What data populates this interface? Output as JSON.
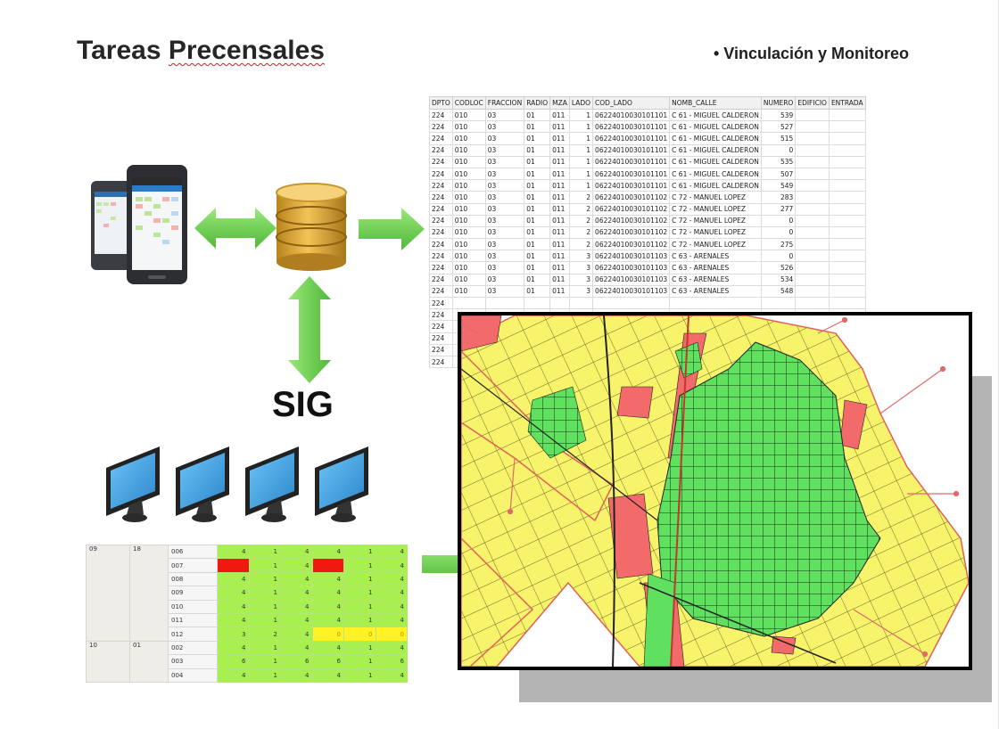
{
  "slide": {
    "title_part1": "Tareas ",
    "title_part2": "Precensales",
    "subtitle": "• Vinculación y Monitoreo",
    "sig_label": "SIG"
  },
  "colors": {
    "arrow_green": "#6fcf4a",
    "map_green": "#5fe05f",
    "map_yellow": "#f7f36a",
    "map_red": "#f26a6a",
    "db_gold": "#d9a532",
    "monitor_blue": "#4aa8e6"
  },
  "icons": [
    "mobile-devices-icon",
    "database-icon",
    "monitor-icon",
    "double-arrow-icon",
    "right-arrow-icon"
  ],
  "table": {
    "headers": [
      "DPTO",
      "CODLOC",
      "FRACCION",
      "RADIO",
      "MZA",
      "LADO",
      "COD_LADO",
      "NOMB_CALLE",
      "NUMERO",
      "EDIFICIO",
      "ENTRADA"
    ],
    "rows": [
      [
        "224",
        "010",
        "03",
        "01",
        "011",
        "1",
        "06224010030101101",
        "C 61 - MIGUEL CALDERON",
        "539",
        "",
        ""
      ],
      [
        "224",
        "010",
        "03",
        "01",
        "011",
        "1",
        "06224010030101101",
        "C 61 - MIGUEL CALDERON",
        "527",
        "",
        ""
      ],
      [
        "224",
        "010",
        "03",
        "01",
        "011",
        "1",
        "06224010030101101",
        "C 61 - MIGUEL CALDERON",
        "515",
        "",
        ""
      ],
      [
        "224",
        "010",
        "03",
        "01",
        "011",
        "1",
        "06224010030101101",
        "C 61 - MIGUEL CALDERON",
        "0",
        "",
        ""
      ],
      [
        "224",
        "010",
        "03",
        "01",
        "011",
        "1",
        "06224010030101101",
        "C 61 - MIGUEL CALDERON",
        "535",
        "",
        ""
      ],
      [
        "224",
        "010",
        "03",
        "01",
        "011",
        "1",
        "06224010030101101",
        "C 61 - MIGUEL CALDERON",
        "507",
        "",
        ""
      ],
      [
        "224",
        "010",
        "03",
        "01",
        "011",
        "1",
        "06224010030101101",
        "C 61 - MIGUEL CALDERON",
        "549",
        "",
        ""
      ],
      [
        "224",
        "010",
        "03",
        "01",
        "011",
        "2",
        "06224010030101102",
        "C 72 - MANUEL LOPEZ",
        "283",
        "",
        ""
      ],
      [
        "224",
        "010",
        "03",
        "01",
        "011",
        "2",
        "06224010030101102",
        "C 72 - MANUEL LOPEZ",
        "277",
        "",
        ""
      ],
      [
        "224",
        "010",
        "03",
        "01",
        "011",
        "2",
        "06224010030101102",
        "C 72 - MANUEL LOPEZ",
        "0",
        "",
        ""
      ],
      [
        "224",
        "010",
        "03",
        "01",
        "011",
        "2",
        "06224010030101102",
        "C 72 - MANUEL LOPEZ",
        "0",
        "",
        ""
      ],
      [
        "224",
        "010",
        "03",
        "01",
        "011",
        "2",
        "06224010030101102",
        "C 72 - MANUEL LOPEZ",
        "275",
        "",
        ""
      ],
      [
        "224",
        "010",
        "03",
        "01",
        "011",
        "3",
        "06224010030101103",
        "C 63 - ARENALES",
        "0",
        "",
        ""
      ],
      [
        "224",
        "010",
        "03",
        "01",
        "011",
        "3",
        "06224010030101103",
        "C 63 - ARENALES",
        "526",
        "",
        ""
      ],
      [
        "224",
        "010",
        "03",
        "01",
        "011",
        "3",
        "06224010030101103",
        "C 63 - ARENALES",
        "534",
        "",
        ""
      ],
      [
        "224",
        "010",
        "03",
        "01",
        "011",
        "3",
        "06224010030101103",
        "C 63 - ARENALES",
        "548",
        "",
        ""
      ],
      [
        "224",
        "",
        "",
        "",
        "",
        "",
        "",
        "",
        "",
        "",
        ""
      ],
      [
        "224",
        "",
        "",
        "",
        "",
        "",
        "",
        "",
        "",
        "",
        ""
      ],
      [
        "224",
        "",
        "",
        "",
        "",
        "",
        "",
        "",
        "",
        "",
        ""
      ],
      [
        "224",
        "",
        "",
        "",
        "",
        "",
        "",
        "",
        "",
        "",
        ""
      ],
      [
        "224",
        "",
        "",
        "",
        "",
        "",
        "",
        "",
        "",
        "",
        ""
      ],
      [
        "224",
        "",
        "",
        "",
        "",
        "",
        "",
        "",
        "",
        "",
        ""
      ]
    ]
  },
  "status_grid": {
    "groups": [
      {
        "frac": "09",
        "radio": "18",
        "rows": [
          {
            "code": "006",
            "cells": [
              [
                "g",
                "4"
              ],
              [
                "g",
                "1"
              ],
              [
                "g",
                "4"
              ],
              [
                "g",
                "4"
              ],
              [
                "g",
                "1"
              ],
              [
                "g",
                "4"
              ]
            ]
          },
          {
            "code": "007",
            "cells": [
              [
                "r",
                ""
              ],
              [
                "g",
                "1"
              ],
              [
                "g",
                "4"
              ],
              [
                "r",
                ""
              ],
              [
                "g",
                "1"
              ],
              [
                "g",
                "4"
              ]
            ]
          },
          {
            "code": "008",
            "cells": [
              [
                "g",
                "4"
              ],
              [
                "g",
                "1"
              ],
              [
                "g",
                "4"
              ],
              [
                "g",
                "4"
              ],
              [
                "g",
                "1"
              ],
              [
                "g",
                "4"
              ]
            ]
          },
          {
            "code": "009",
            "cells": [
              [
                "g",
                "4"
              ],
              [
                "g",
                "1"
              ],
              [
                "g",
                "4"
              ],
              [
                "g",
                "4"
              ],
              [
                "g",
                "1"
              ],
              [
                "g",
                "4"
              ]
            ]
          },
          {
            "code": "010",
            "cells": [
              [
                "g",
                "4"
              ],
              [
                "g",
                "1"
              ],
              [
                "g",
                "4"
              ],
              [
                "g",
                "4"
              ],
              [
                "g",
                "1"
              ],
              [
                "g",
                "4"
              ]
            ]
          },
          {
            "code": "011",
            "cells": [
              [
                "g",
                "4"
              ],
              [
                "g",
                "1"
              ],
              [
                "g",
                "4"
              ],
              [
                "g",
                "4"
              ],
              [
                "g",
                "1"
              ],
              [
                "g",
                "4"
              ]
            ]
          },
          {
            "code": "012",
            "cells": [
              [
                "g",
                "3"
              ],
              [
                "g",
                "2"
              ],
              [
                "g",
                "4"
              ],
              [
                "y",
                "0"
              ],
              [
                "y",
                "0"
              ],
              [
                "y",
                "0"
              ]
            ]
          }
        ]
      },
      {
        "frac": "10",
        "radio": "01",
        "rows": [
          {
            "code": "002",
            "cells": [
              [
                "g",
                "4"
              ],
              [
                "g",
                "1"
              ],
              [
                "g",
                "4"
              ],
              [
                "g",
                "4"
              ],
              [
                "g",
                "1"
              ],
              [
                "g",
                "4"
              ]
            ]
          },
          {
            "code": "003",
            "cells": [
              [
                "g",
                "6"
              ],
              [
                "g",
                "1"
              ],
              [
                "g",
                "6"
              ],
              [
                "g",
                "6"
              ],
              [
                "g",
                "1"
              ],
              [
                "g",
                "6"
              ]
            ]
          },
          {
            "code": "004",
            "cells": [
              [
                "g",
                "4"
              ],
              [
                "g",
                "1"
              ],
              [
                "g",
                "4"
              ],
              [
                "g",
                "4"
              ],
              [
                "g",
                "1"
              ],
              [
                "g",
                "4"
              ]
            ]
          }
        ]
      }
    ]
  }
}
